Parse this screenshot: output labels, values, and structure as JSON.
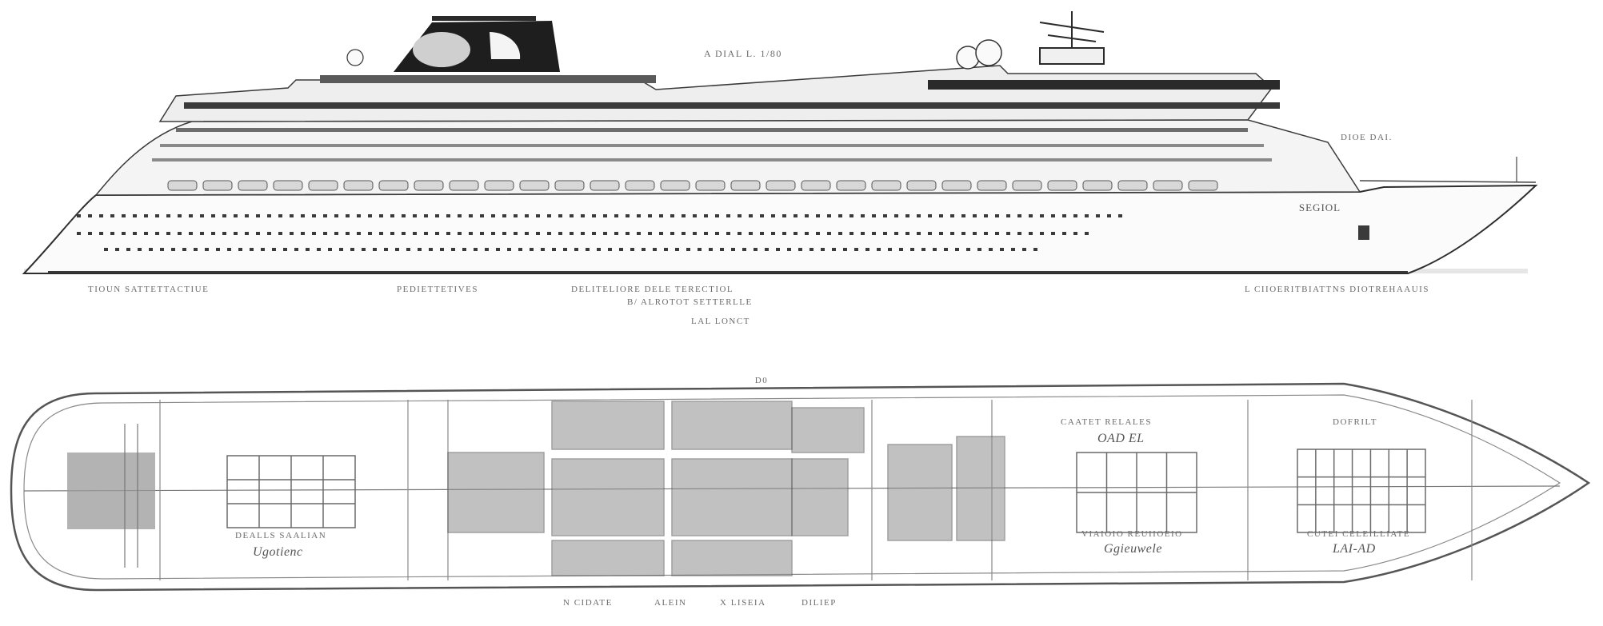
{
  "colors": {
    "ink": "#3a3a3a",
    "dark": "#1e1e1e",
    "mid": "#7a7a7a",
    "light": "#b8b8b8",
    "paper": "#ffffff"
  },
  "profile": {
    "top_label": "A DIAL L. 1/80",
    "right_label": "DIOE DAI.",
    "bow_name": "SEGIOL",
    "bottom_labels": {
      "left": "TIOUN SATTETTACTIUE",
      "mid_left": "PEDIETTETIVES",
      "mid_1": "DELITELIORE DELE TERECTIOL",
      "mid_2": "B/ ALROTOT SETTERLLE",
      "mid_3": "LAL LONCT",
      "right": "L CIIOERITBIATTNS DIOTREHAAUIS"
    }
  },
  "plan": {
    "top_label": "D0",
    "left_block_1": "DEALLS SAALIAN",
    "left_block_2": "Ugotienc",
    "right_mid_1": "CAATET RELALES",
    "right_mid_2": "OAD EL",
    "right_mid_3": "VIAIOIO REUIIOEIO",
    "right_mid_4": "Ggieuwele",
    "right_far_1": "DOFRILT",
    "right_far_2": "CUTEI CELEILLIATE",
    "right_far_3": "LAI-AD",
    "bottom_1": "N CIDATE",
    "bottom_2": "ALEIN",
    "bottom_3": "X LISEIA",
    "bottom_4": "DILIEP"
  }
}
